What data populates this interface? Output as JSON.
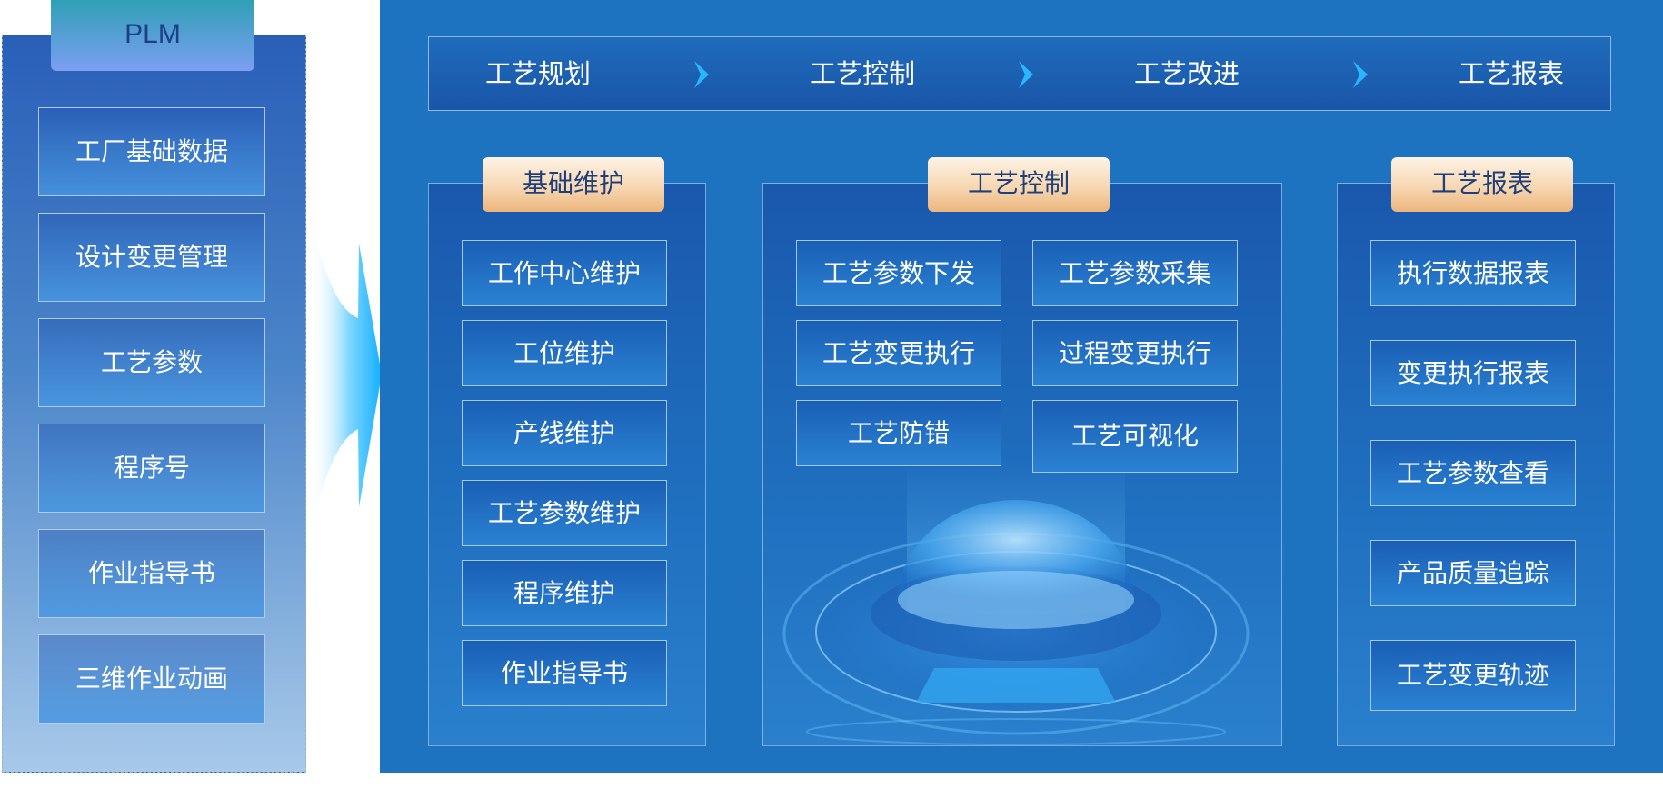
{
  "plm": {
    "title": "PLM",
    "items": [
      "工厂基础数据",
      "设计变更管理",
      "工艺参数",
      "程序号",
      "作业指导书",
      "三维作业动画"
    ]
  },
  "steps": [
    "工艺规划",
    "工艺控制",
    "工艺改进",
    "工艺报表"
  ],
  "sections": {
    "basic": {
      "title": "基础维护",
      "items": [
        "工作中心维护",
        "工位维护",
        "产线维护",
        "工艺参数维护",
        "程序维护",
        "作业指导书"
      ]
    },
    "control": {
      "title": "工艺控制",
      "items": [
        "工艺参数下发",
        "工艺参数采集",
        "工艺变更执行",
        "过程变更执行",
        "工艺防错",
        "工艺可视化"
      ]
    },
    "report": {
      "title": "工艺报表",
      "items": [
        "执行数据报表",
        "变更执行报表",
        "工艺参数查看",
        "产品质量追踪",
        "工艺变更轨迹"
      ]
    }
  },
  "colors": {
    "main_bg": "#1e73c0",
    "header_gold": "#f7d7b2",
    "plm_header": "#7c9ef2",
    "arrow": "#1fb4ff"
  }
}
